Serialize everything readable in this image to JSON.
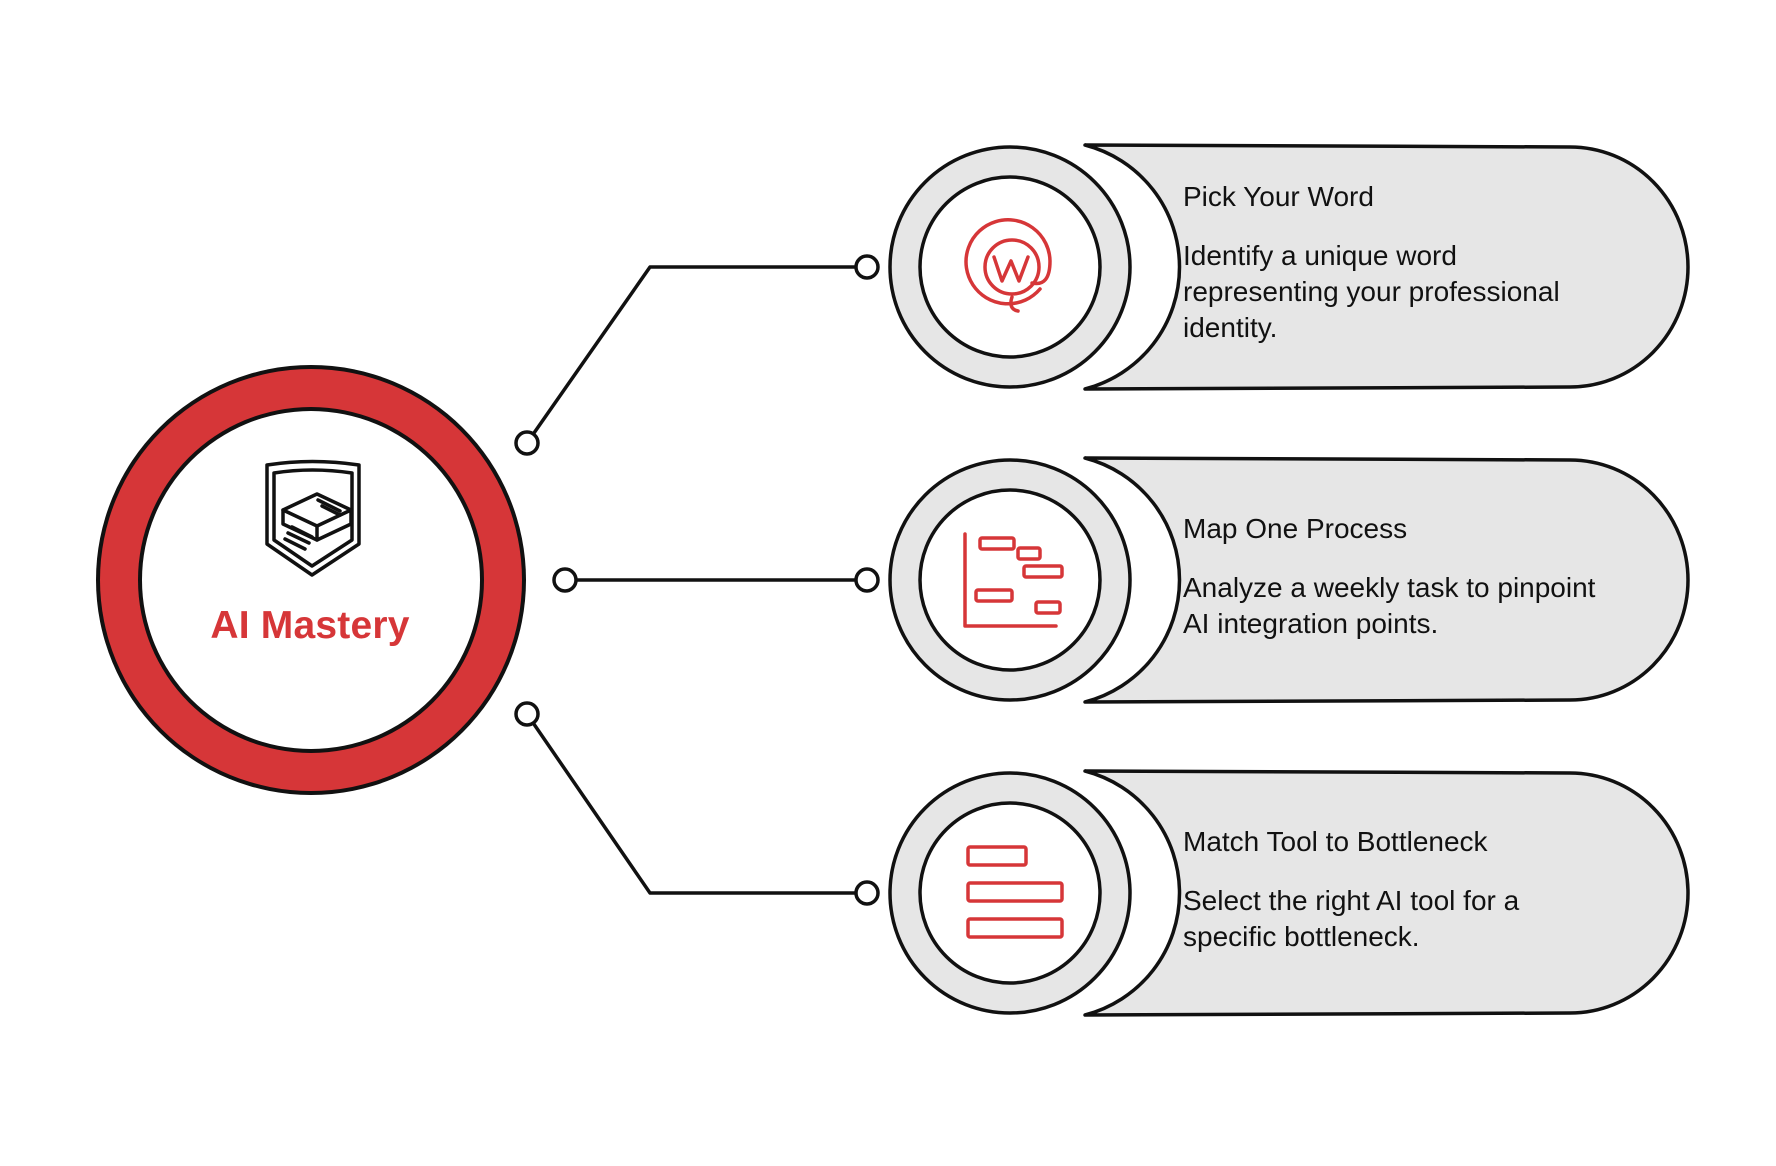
{
  "colors": {
    "accent": "#d63638",
    "outline": "#111111",
    "card_fill": "#e6e6e6",
    "background": "#ffffff"
  },
  "center": {
    "title": "AI Mastery",
    "icon": "shield-stack-icon"
  },
  "steps": [
    {
      "title": "Pick Your Word",
      "description": "Identify a unique word representing your professional identity.",
      "icon": "at-word-icon"
    },
    {
      "title": "Map One Process",
      "description": "Analyze a weekly task to pinpoint AI integration points.",
      "icon": "gantt-chart-icon"
    },
    {
      "title": "Match Tool to Bottleneck",
      "description": "Select the right AI tool for a specific bottleneck.",
      "icon": "horizontal-bars-icon"
    }
  ]
}
